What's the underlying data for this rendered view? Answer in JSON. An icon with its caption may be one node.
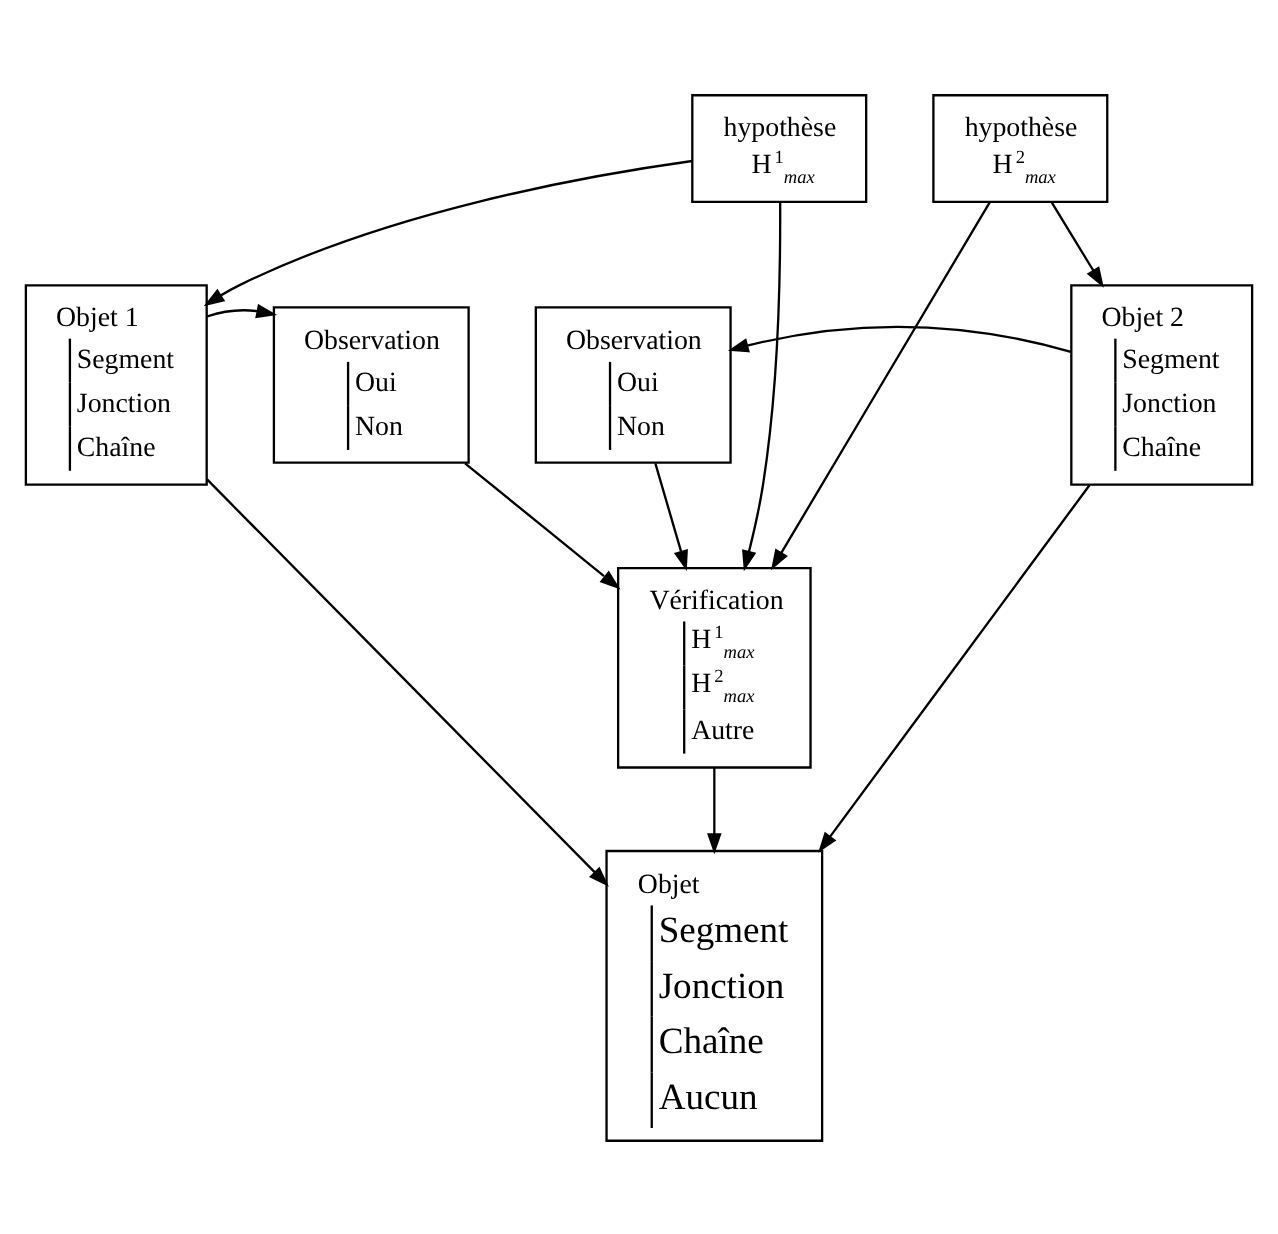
{
  "diagram": {
    "nodes": [
      {
        "text": [
          "hypothèse",
          "H$^{1}$$_{max}$"
        ]
      },
      {
        "text": [
          "hypothèse",
          "H$^{2}$$_{max}$"
        ]
      },
      {
        "text": [
          "Objet 1",
          "Segment",
          "Jonction",
          "Chaîne"
        ]
      },
      {
        "text": [
          "Observation",
          "Oui",
          "Non"
        ]
      },
      {
        "text": [
          "Observation",
          "Oui",
          "Non"
        ]
      },
      {
        "text": [
          "Objet 2",
          "Segment",
          "Jonction",
          "Chaîne"
        ]
      },
      {
        "text": [
          "Vérification",
          "H$^{1}$$_{max}$",
          "H$^{2}$$_{max}$",
          "Autre"
        ]
      },
      {
        "text": [
          "Objet",
          "Segment",
          "Jonction",
          "Chaîne",
          "Aucun"
        ]
      }
    ],
    "edges": [
      {
        "from": 0,
        "to": 2,
        "arrow": "to"
      },
      {
        "from": 0,
        "to": 6,
        "arrow": "to"
      },
      {
        "from": 1,
        "to": 6,
        "arrow": "to"
      },
      {
        "from": 1,
        "to": 5,
        "arrow": "to"
      },
      {
        "from": 2,
        "to": 3,
        "arrow": "to"
      },
      {
        "from": 5,
        "to": 4,
        "arrow": "to"
      },
      {
        "from": 3,
        "to": 6,
        "arrow": "to"
      },
      {
        "from": 4,
        "to": 6,
        "arrow": "to"
      },
      {
        "from": 2,
        "to": 7,
        "arrow": "to"
      },
      {
        "from": 6,
        "to": 7,
        "arrow": "to"
      },
      {
        "from": 5,
        "to": 7,
        "arrow": "to"
      }
    ]
  }
}
